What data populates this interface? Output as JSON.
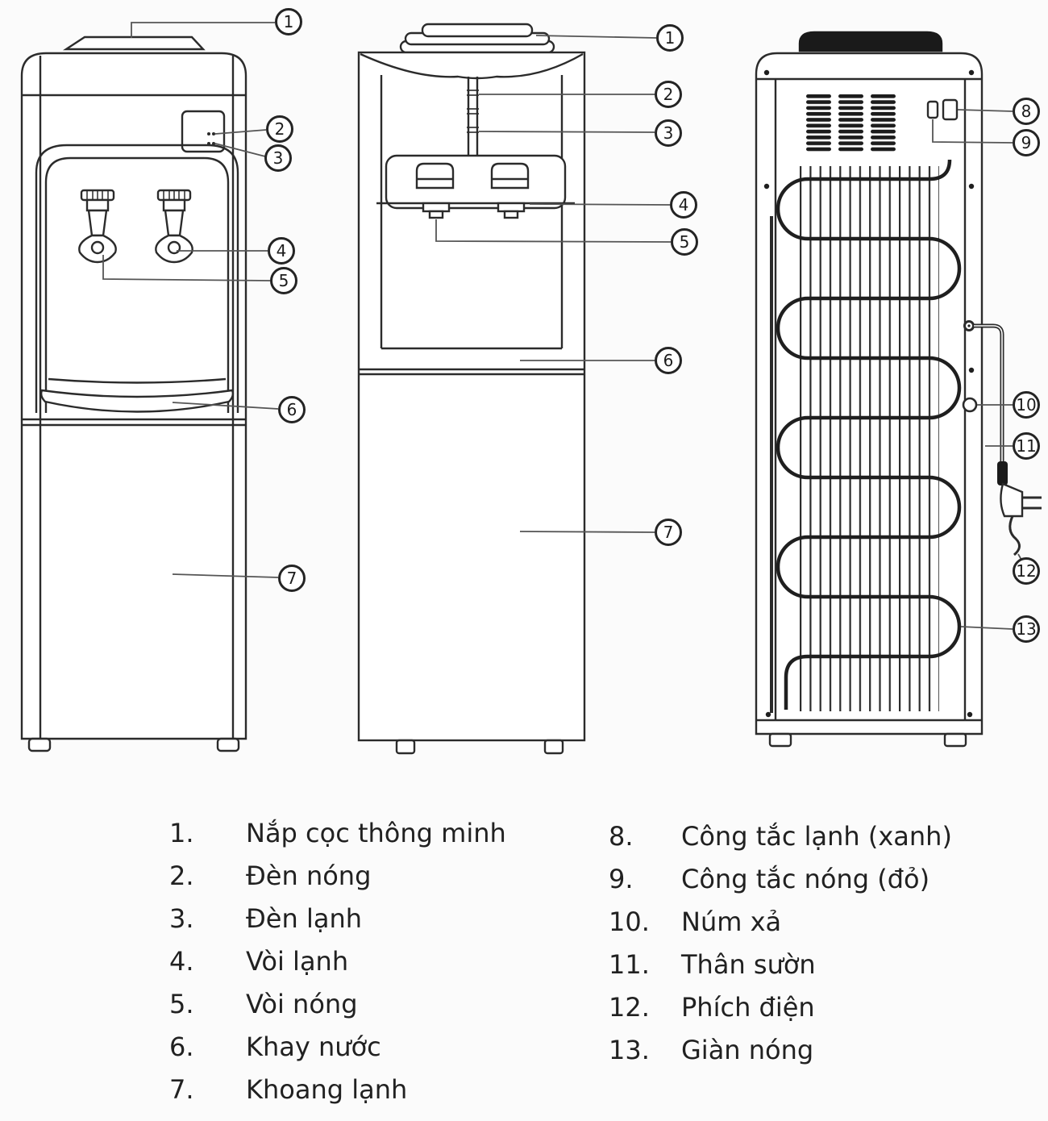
{
  "diagram": {
    "kind": "appliance parts diagram",
    "views": [
      "front view",
      "front view without body panel",
      "back view"
    ]
  },
  "badges": {
    "front_view": [
      "1",
      "2",
      "3",
      "4",
      "5",
      "6",
      "7"
    ],
    "open_view": [
      "1",
      "2",
      "3",
      "4",
      "5",
      "6",
      "7"
    ],
    "back_view": [
      "8",
      "9",
      "10",
      "11",
      "12",
      "13"
    ]
  },
  "legend": {
    "left": [
      {
        "num": "1.",
        "label": "Nắp cọc thông minh"
      },
      {
        "num": "2.",
        "label": "Đèn nóng"
      },
      {
        "num": "3.",
        "label": "Đèn lạnh"
      },
      {
        "num": "4.",
        "label": "Vòi lạnh"
      },
      {
        "num": "5.",
        "label": "Vòi nóng"
      },
      {
        "num": "6.",
        "label": "Khay nước"
      },
      {
        "num": "7.",
        "label": "Khoang lạnh"
      }
    ],
    "right": [
      {
        "num": "8.",
        "label": "Công tắc lạnh (xanh)"
      },
      {
        "num": "9.",
        "label": "Công tắc nóng (đỏ)"
      },
      {
        "num": "10.",
        "label": "Núm xả"
      },
      {
        "num": "11.",
        "label": "Thân sườn"
      },
      {
        "num": "12.",
        "label": "Phích điện"
      },
      {
        "num": "13.",
        "label": "Giàn nóng"
      }
    ]
  },
  "colors": {
    "line": "#2b2b2b",
    "leader_line": "#555555",
    "background": "#fbfbfb",
    "badge_fill": "#ffffff",
    "cap_fill": "#1a1a1a"
  }
}
